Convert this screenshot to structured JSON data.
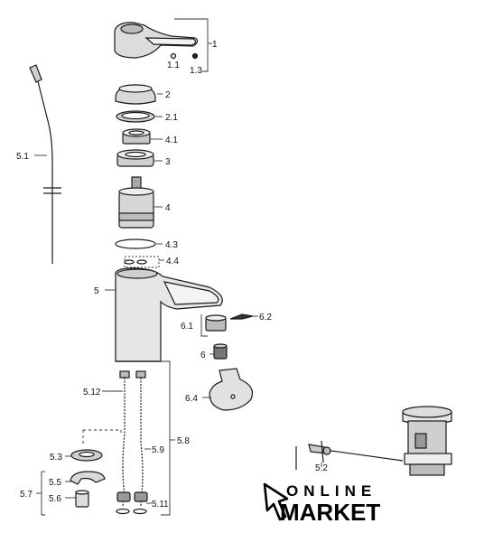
{
  "labels": {
    "l1": "1",
    "l1_1": "1.1",
    "l1_3": "1.3",
    "l2": "2",
    "l2_1": "2.1",
    "l3": "3",
    "l4": "4",
    "l4_1": "4.1",
    "l4_3": "4.3",
    "l4_4": "4.4",
    "l5": "5",
    "l5_1": "5.1",
    "l5_2": "5.2",
    "l5_3": "5.3",
    "l5_5": "5.5",
    "l5_6": "5.6",
    "l5_7": "5.7",
    "l5_8": "5.8",
    "l5_9": "5.9",
    "l5_11": "5.11",
    "l5_12": "5.12",
    "l6": "6",
    "l6_1": "6.1",
    "l6_2": "6.2",
    "l6_4": "6.4"
  },
  "logo": {
    "line1": "ONLINE",
    "line2": "MARKET"
  }
}
